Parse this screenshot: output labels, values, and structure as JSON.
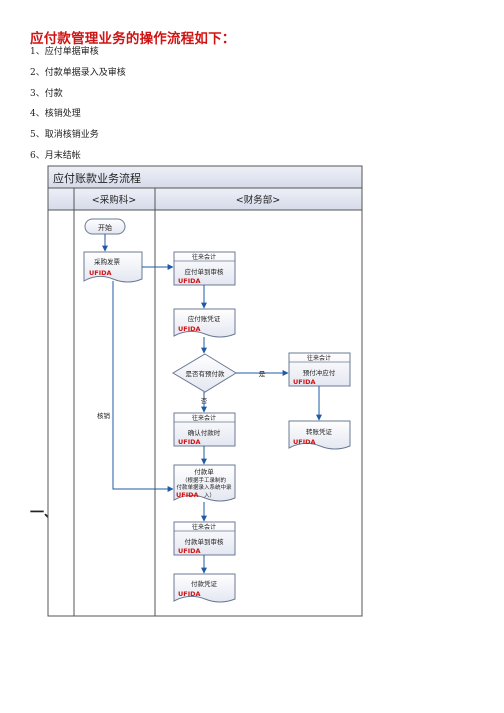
{
  "page": {
    "title": "应付款管理业务的操作流程如下：",
    "steps": [
      "1、应付单据审核",
      "2、付款单据录入及审核",
      "3、付款",
      "4、核销处理",
      "5、取消核销业务",
      "6、月末结帐"
    ],
    "section_number": "一、"
  },
  "flowchart": {
    "title": "应付账款业务流程",
    "lanes": [
      "<采购科>",
      "<财务部>"
    ],
    "logo_text": "UFIDA",
    "nodes": {
      "start": "开始",
      "purchase_invoice": "采购发票",
      "payable_review_role": "往来会计",
      "payable_review": "应付单到审核",
      "payable_voucher": "应付账凭证",
      "decision": "是否有预付款",
      "decision_yes": "是",
      "decision_no": "否",
      "prepay_role": "往来会计",
      "prepay_offset": "预付冲应付",
      "transfer_voucher": "转账凭证",
      "confirm_role": "往来会计",
      "confirm_payment": "确认付款时",
      "payment_slip_title": "付款单",
      "payment_slip_line1": "（根据手工录制的",
      "payment_slip_line2": "付款单据录入系统中录",
      "payment_slip_line3": "入）",
      "slip_review_role": "往来会计",
      "slip_review": "付款单到审核",
      "payment_voucher": "付款凭证",
      "writeoff": "核销"
    }
  }
}
